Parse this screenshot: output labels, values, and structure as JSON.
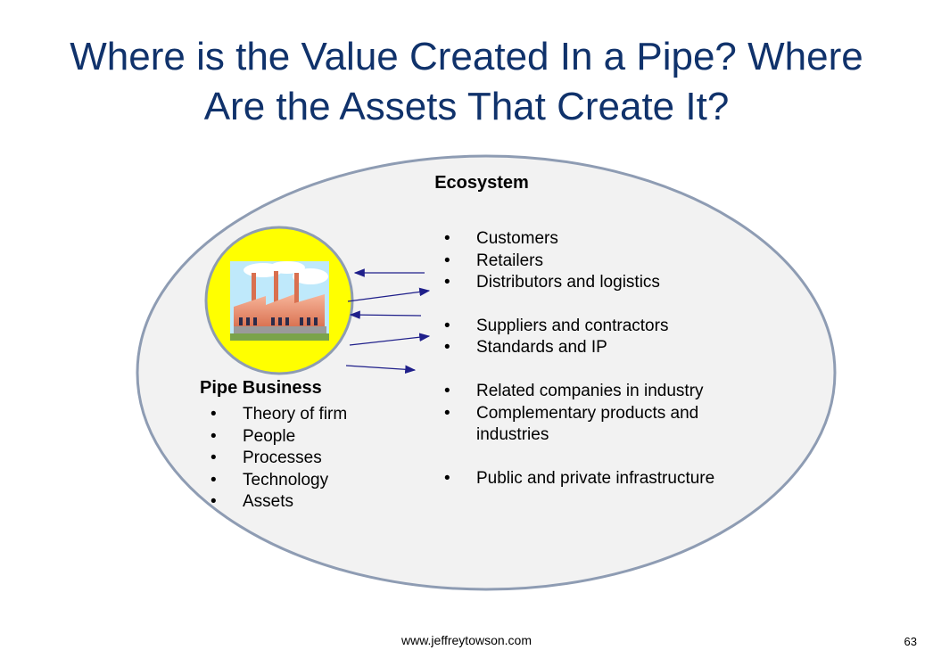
{
  "title": {
    "line1": "Where is the Value Created In a Pipe? Where",
    "line2": "Are the Assets That Create It?"
  },
  "ecosystem": {
    "label": "Ecosystem",
    "items": [
      "Customers",
      "Retailers",
      "Distributors and logistics",
      "Suppliers and contractors",
      "Standards and IP",
      "Related companies in industry",
      "Complementary products and industries",
      "Public and private infrastructure"
    ]
  },
  "pipe_business": {
    "label": "Pipe Business",
    "items": [
      "Theory of firm",
      "People",
      "Processes",
      "Technology",
      "Assets"
    ]
  },
  "footer": {
    "url": "www.jeffreytowson.com",
    "page": "63"
  },
  "colors": {
    "title": "#10326b",
    "ellipse_fill": "#f2f2f2",
    "ellipse_stroke": "#8e9cb3",
    "circle_fill": "#ffff00",
    "arrow": "#1f1f8a"
  },
  "icons": [
    "factory-icon"
  ]
}
